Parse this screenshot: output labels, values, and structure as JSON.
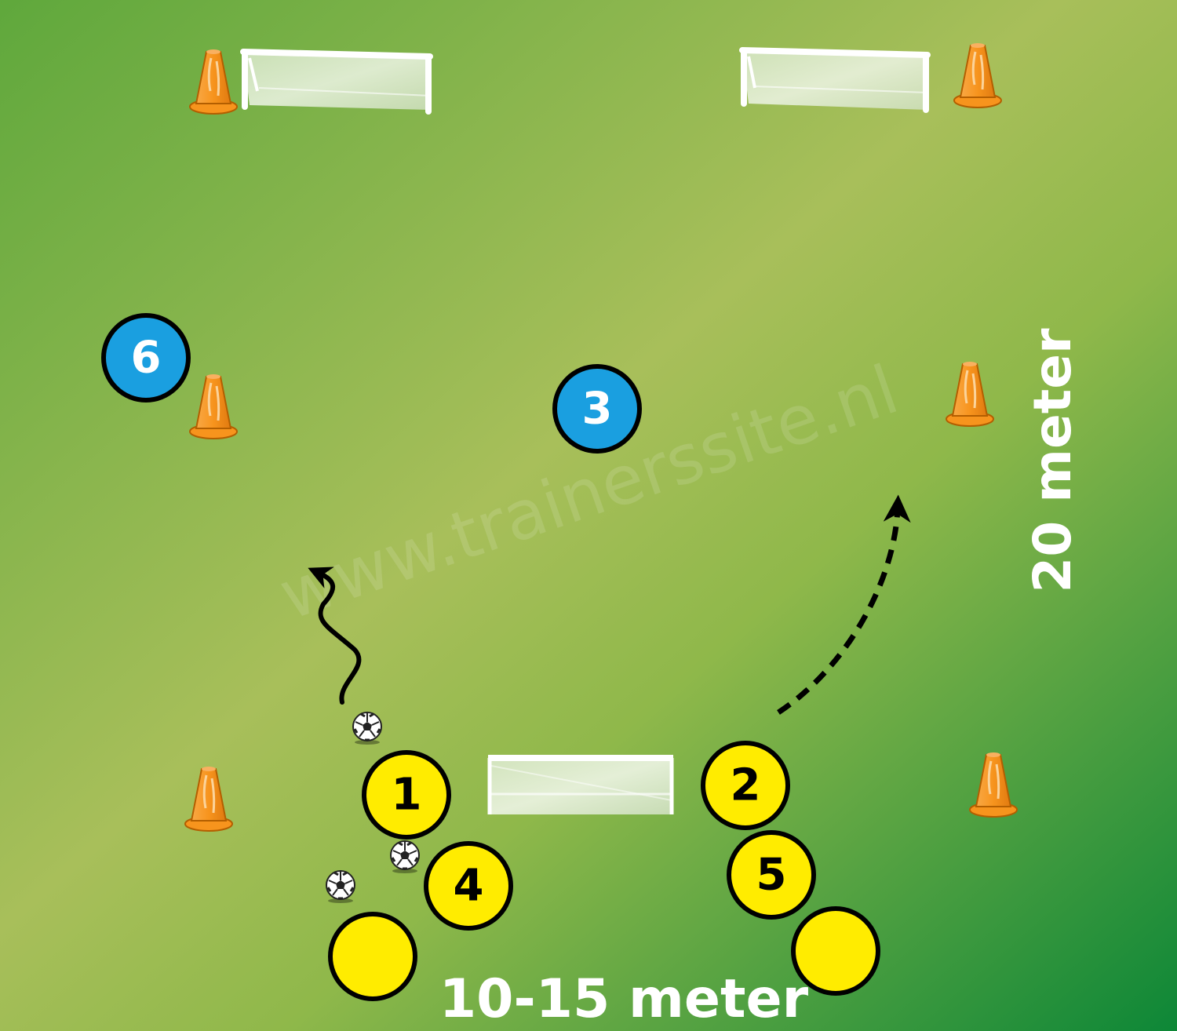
{
  "diagram": {
    "watermark": "www.trainerssite.nl",
    "width_label": "10-15 meter",
    "length_label": "20 meter",
    "colors": {
      "field_light": "#a8bf5a",
      "field_dark": "#138a3a",
      "attacker": "#ffec00",
      "defender": "#1a9fe0",
      "cone": "#f7941d",
      "outline": "#000000"
    },
    "players": [
      {
        "id": "player-6",
        "label": "6",
        "team": "defender"
      },
      {
        "id": "player-3",
        "label": "3",
        "team": "defender"
      },
      {
        "id": "player-1",
        "label": "1",
        "team": "attacker"
      },
      {
        "id": "player-2",
        "label": "2",
        "team": "attacker"
      },
      {
        "id": "player-4",
        "label": "4",
        "team": "attacker"
      },
      {
        "id": "player-5",
        "label": "5",
        "team": "attacker"
      },
      {
        "id": "player-blank-left",
        "label": "",
        "team": "attacker"
      },
      {
        "id": "player-blank-right",
        "label": "",
        "team": "attacker"
      }
    ],
    "icons": {
      "cone": "cone-icon",
      "ball": "soccer-ball-icon",
      "goal": "goal-icon"
    }
  }
}
